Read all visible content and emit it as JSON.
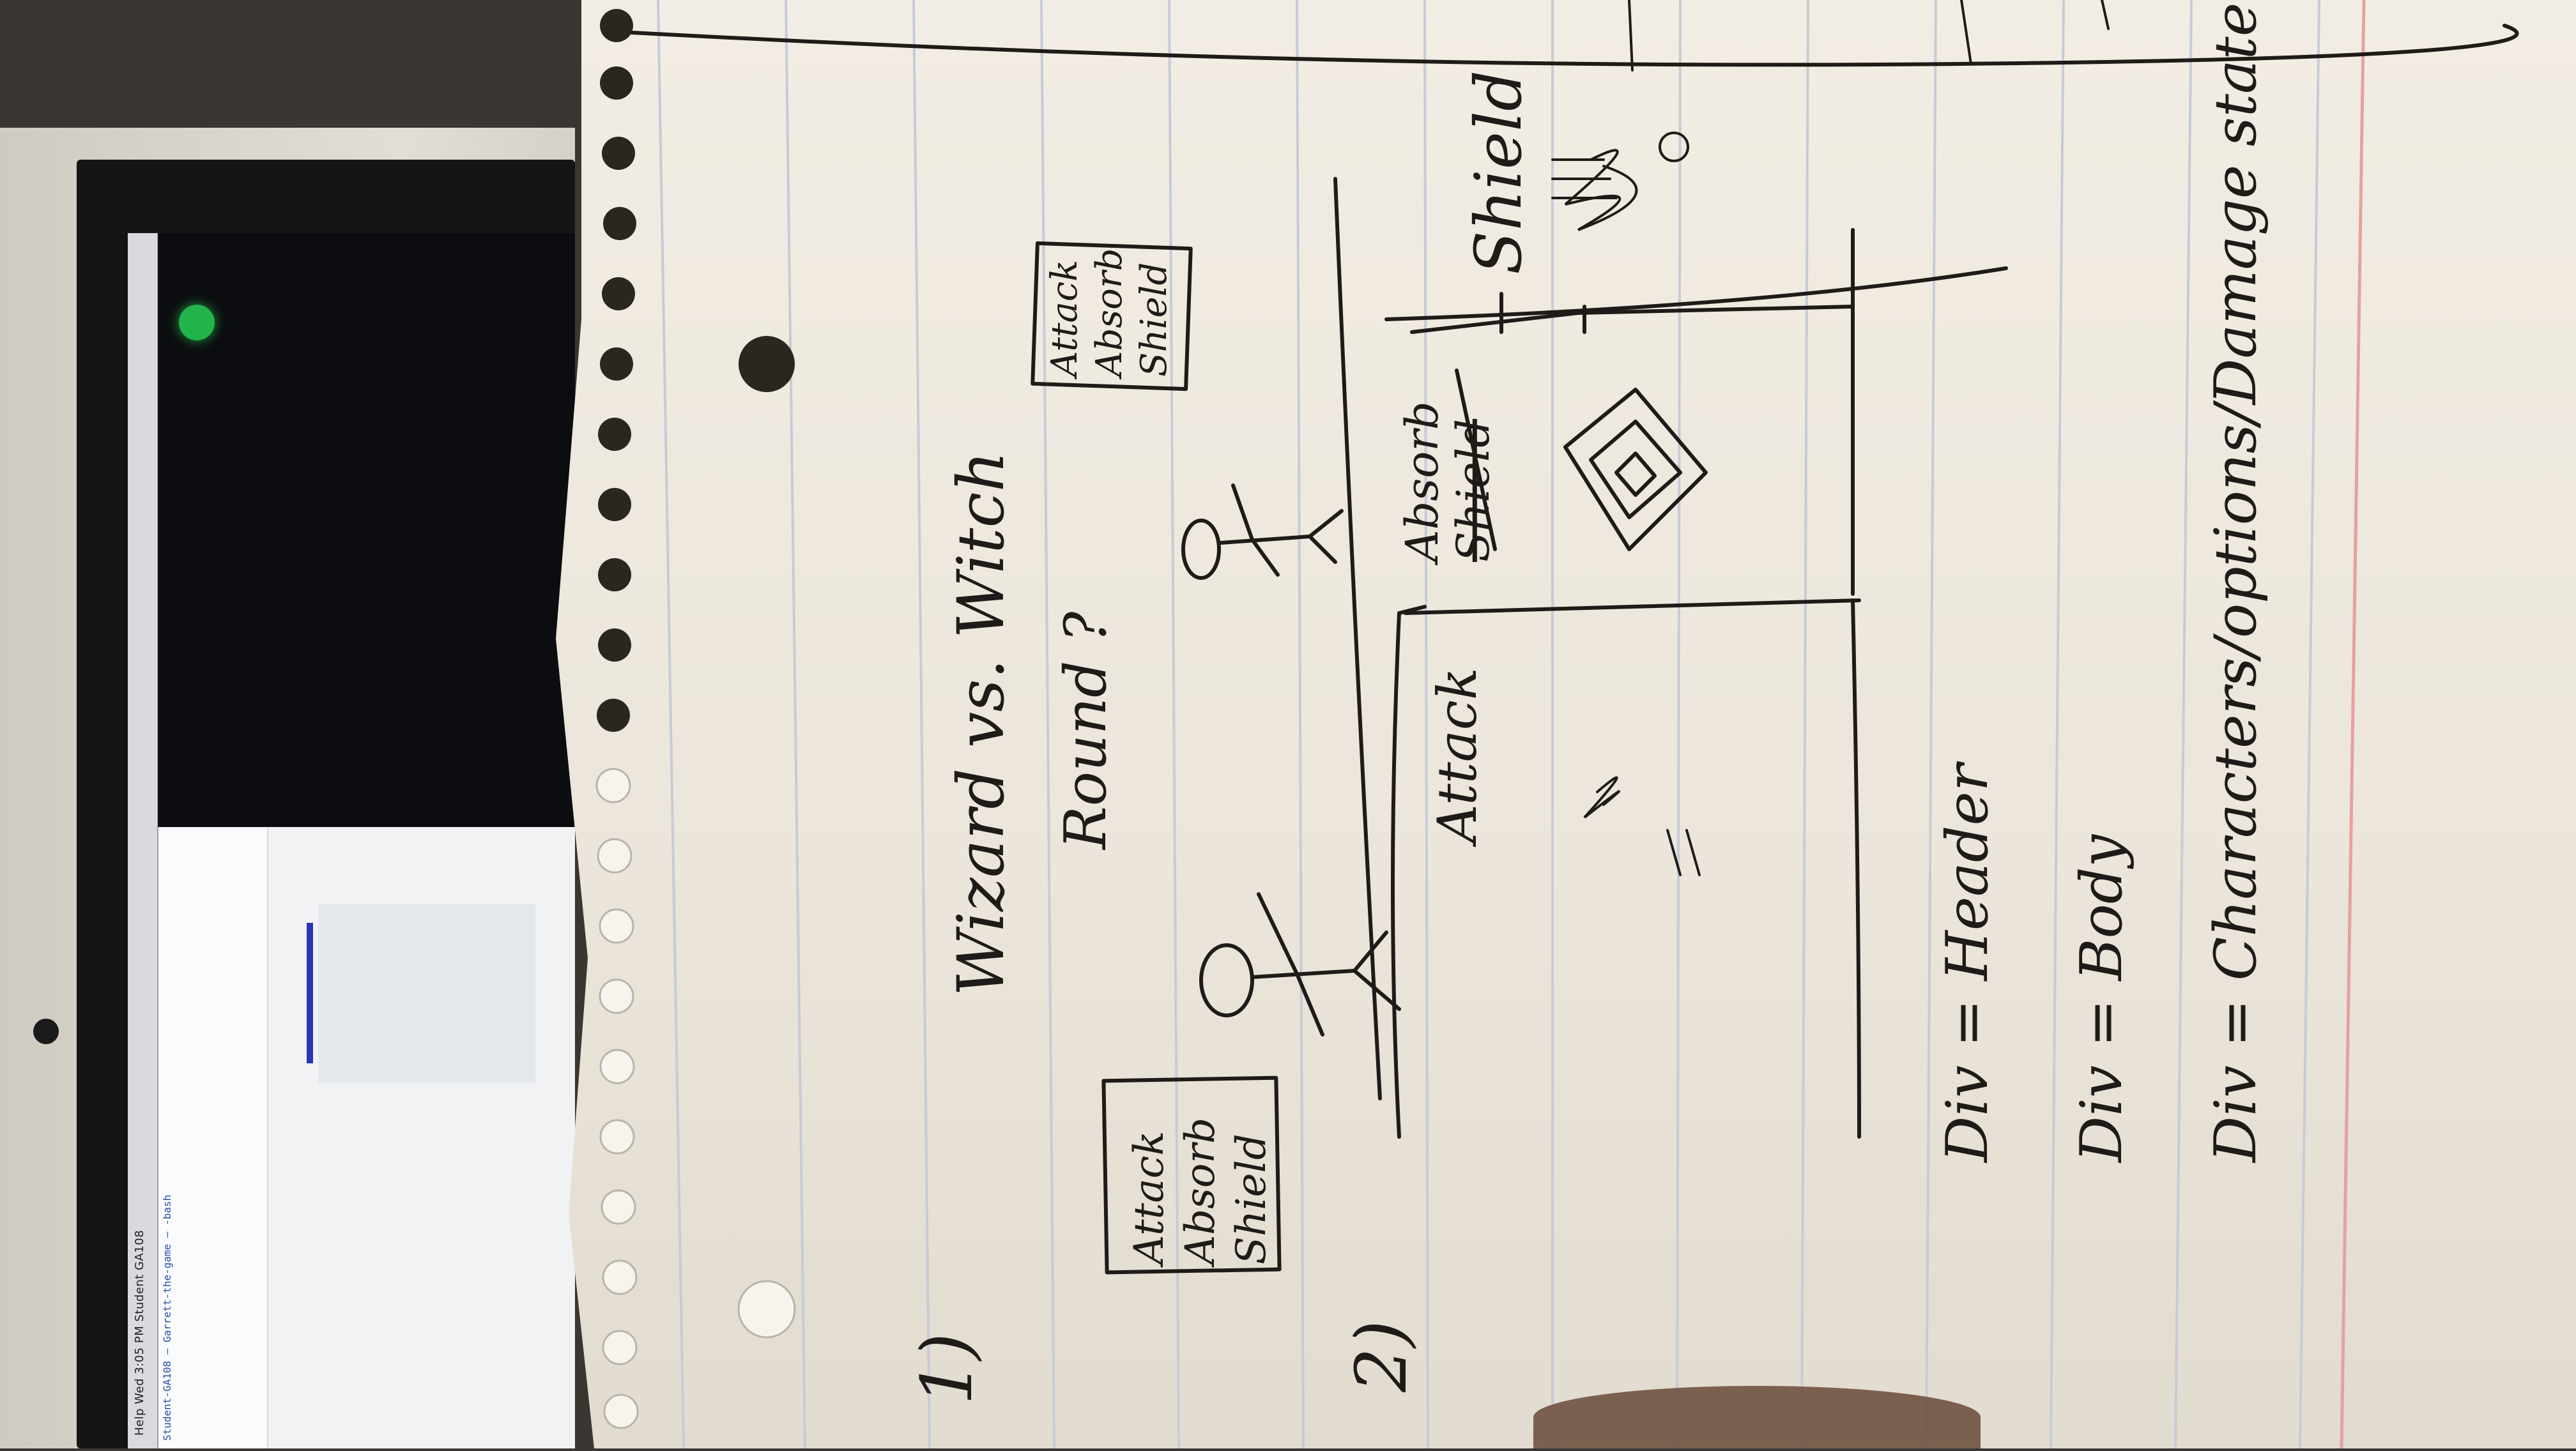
{
  "laptop": {
    "menu_bar_text": "Help      Wed 3:05 PM   Student GA108",
    "terminal_title": "Student-GA108 — Garrett-the-game — -bash"
  },
  "sketch": {
    "title_line1": "Wizard vs. Witch",
    "title_line2": "Round ?",
    "label_1": "1)",
    "label_2": "2)",
    "box_left": [
      "Attack",
      "Absorb",
      "Shield"
    ],
    "box_right": [
      "Attack",
      "Absorb",
      "Shield"
    ],
    "panel2_attack": "Attack",
    "panel2_absorb": "Absorb",
    "panel2_shield_struck": "Shield",
    "panel2_shield": "Shield",
    "notes": [
      "Div = Header",
      "Div = Body",
      "Div = Characters/options/Damage state"
    ]
  }
}
